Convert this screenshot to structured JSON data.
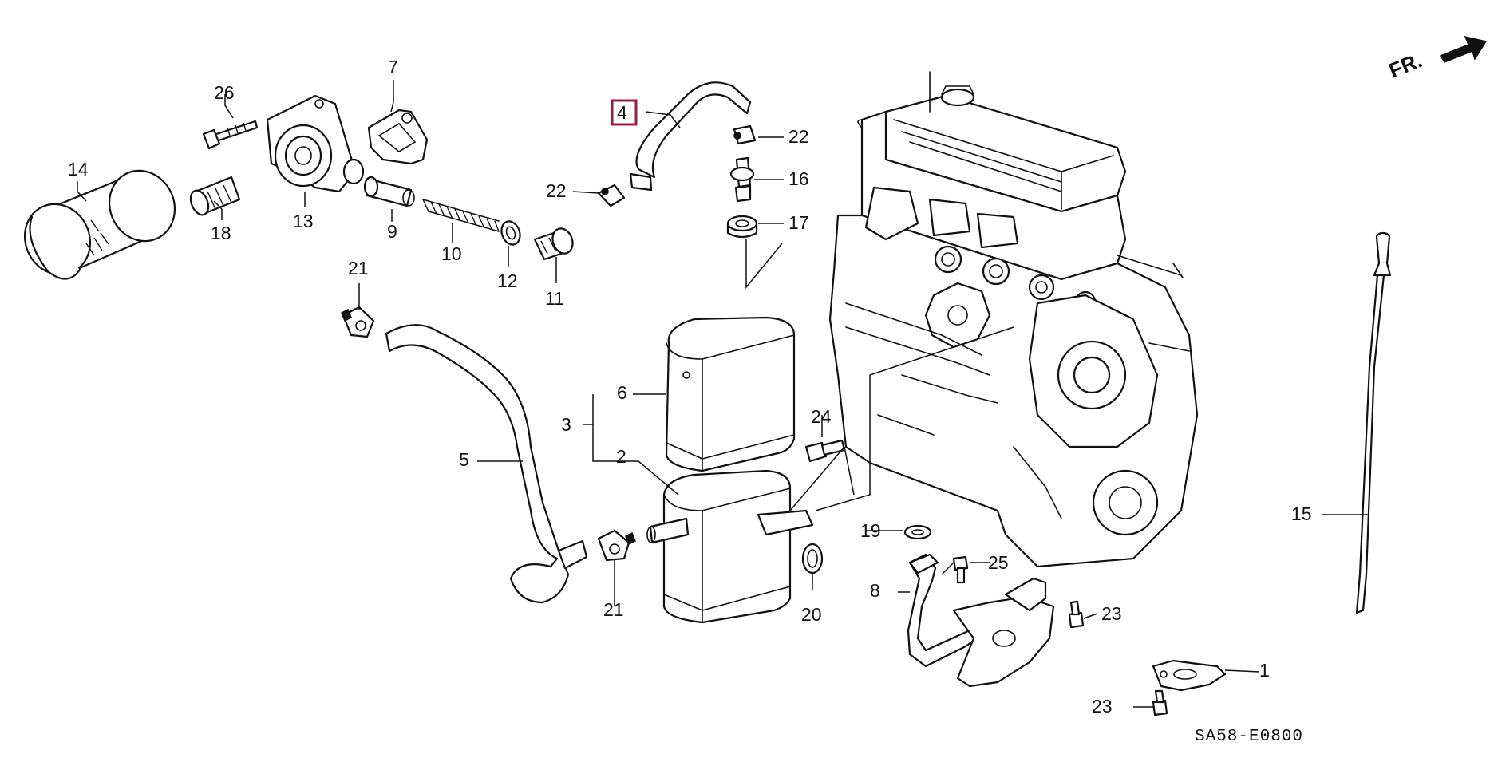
{
  "diagram_code": "SA58-E0800",
  "direction_label": "FR.",
  "highlighted_part": "4",
  "callouts": {
    "c1": "1",
    "c2": "2",
    "c3": "3",
    "c4": "4",
    "c5": "5",
    "c6": "6",
    "c7": "7",
    "c8": "8",
    "c9": "9",
    "c10": "10",
    "c11": "11",
    "c12": "12",
    "c13": "13",
    "c14": "14",
    "c15": "15",
    "c16": "16",
    "c17": "17",
    "c18": "18",
    "c19": "19",
    "c20": "20",
    "c21a": "21",
    "c21b": "21",
    "c22a": "22",
    "c22b": "22",
    "c23a": "23",
    "c23b": "23",
    "c24": "24",
    "c25": "25",
    "c26": "26"
  },
  "colors": {
    "line": "#111111",
    "highlight_box": "#9b1b3a",
    "background": "#ffffff"
  }
}
